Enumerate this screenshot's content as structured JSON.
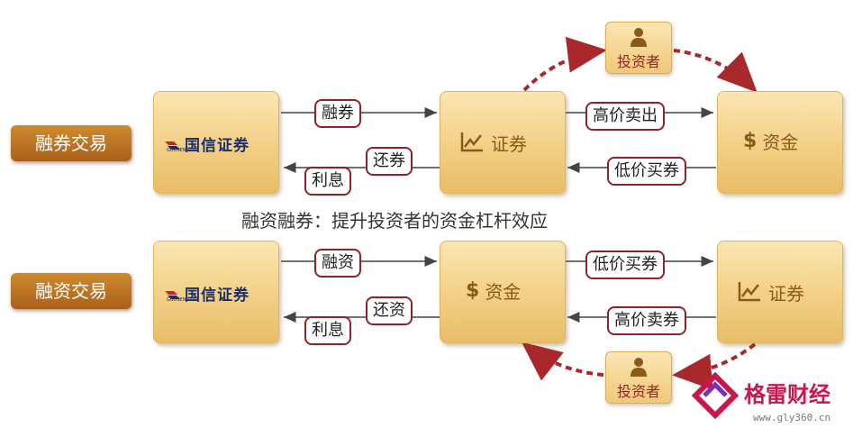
{
  "caption": "融资融券：提升投资者的资金杠杆效应",
  "top_row": {
    "side_label": "融券交易",
    "broker_name": "国信证券",
    "broker_sub": "GUOSEN",
    "middle_box": "证券",
    "right_box": "资金",
    "arrow_to_middle": "融券",
    "arrow_return": "还券",
    "arrow_interest": "利息",
    "arrow_sell": "高价卖出",
    "arrow_buy": "低价买券",
    "investor": "投资者"
  },
  "bottom_row": {
    "side_label": "融资交易",
    "broker_name": "国信证券",
    "broker_sub": "GUOSEN",
    "middle_box": "资金",
    "right_box": "证券",
    "arrow_to_middle": "融资",
    "arrow_return": "还资",
    "arrow_interest": "利息",
    "arrow_buy": "低价买券",
    "arrow_sell": "高价卖券",
    "investor": "投资者"
  },
  "watermark": {
    "name": "格雷财经",
    "url": "www.gly360.cn"
  },
  "icons": {
    "chart": "line-chart-icon",
    "dollar": "dollar-icon",
    "person": "person-icon",
    "logo": "guosen-logo-icon"
  },
  "colors": {
    "box_gold": "#f2cf85",
    "side_label": "#b86e22",
    "tag_border": "#8e2327",
    "dotted_arrow": "#a8282c",
    "arrow": "#444444",
    "watermark": "#c8174e"
  }
}
